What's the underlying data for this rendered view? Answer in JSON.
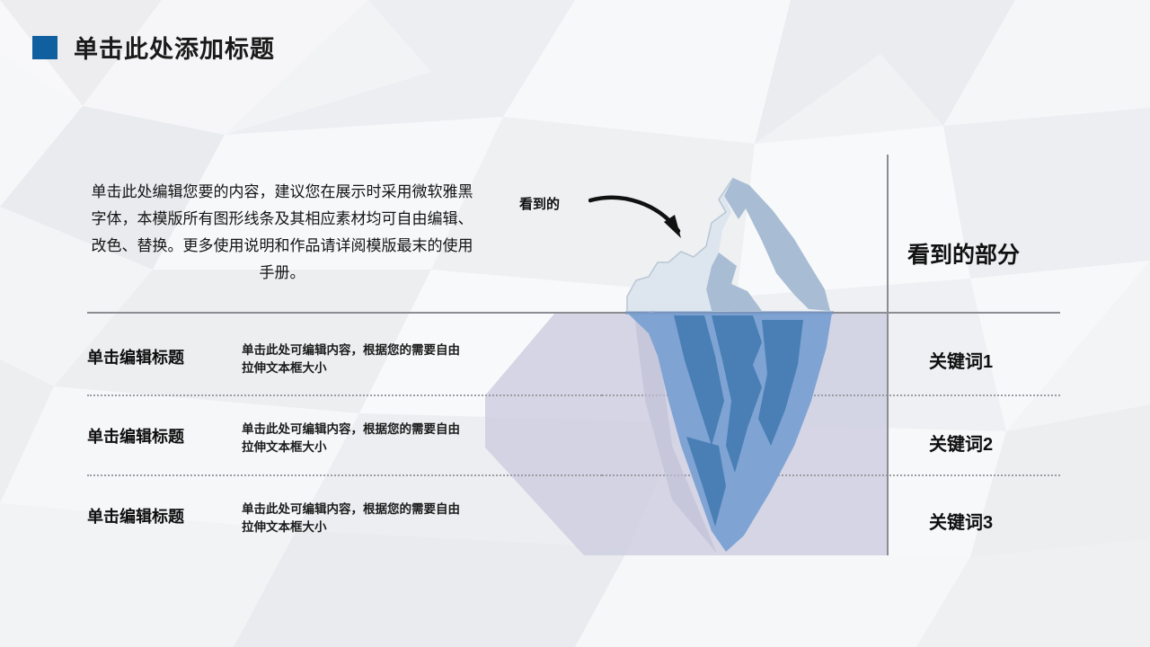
{
  "slide": {
    "title": "单击此处添加标题",
    "intro_paragraph": "单击此处编辑您要的内容，建议您在展示时采用微软雅黑字体，本模版所有图形线条及其相应素材均可自由编辑、改色、替换。更多使用说明和作品请详阅模版最末的使用手册。",
    "callout_label": "看到的",
    "seen_part_label": "看到的部分"
  },
  "colors": {
    "accent_blue": "#10609f",
    "divider_gray": "#8b8d92",
    "dotted_gray": "#9b9da3",
    "iceberg_tip_light": "#dde6ee",
    "iceberg_tip_shadow": "#a8bdd4",
    "iceberg_under_light": "#7fa4d4",
    "iceberg_under_dark": "#4a7fb5",
    "water_fill": "#cdcde0",
    "background": "#f2f3f5"
  },
  "rows": [
    {
      "title": "单击编辑标题",
      "body": "单击此处可编辑内容，根据您的需要自由拉伸文本框大小",
      "keyword": "关键词1"
    },
    {
      "title": "单击编辑标题",
      "body": "单击此处可编辑内容，根据您的需要自由拉伸文本框大小",
      "keyword": "关键词2"
    },
    {
      "title": "单击编辑标题",
      "body": "单击此处可编辑内容，根据您的需要自由拉伸文本框大小",
      "keyword": "关键词3"
    }
  ]
}
